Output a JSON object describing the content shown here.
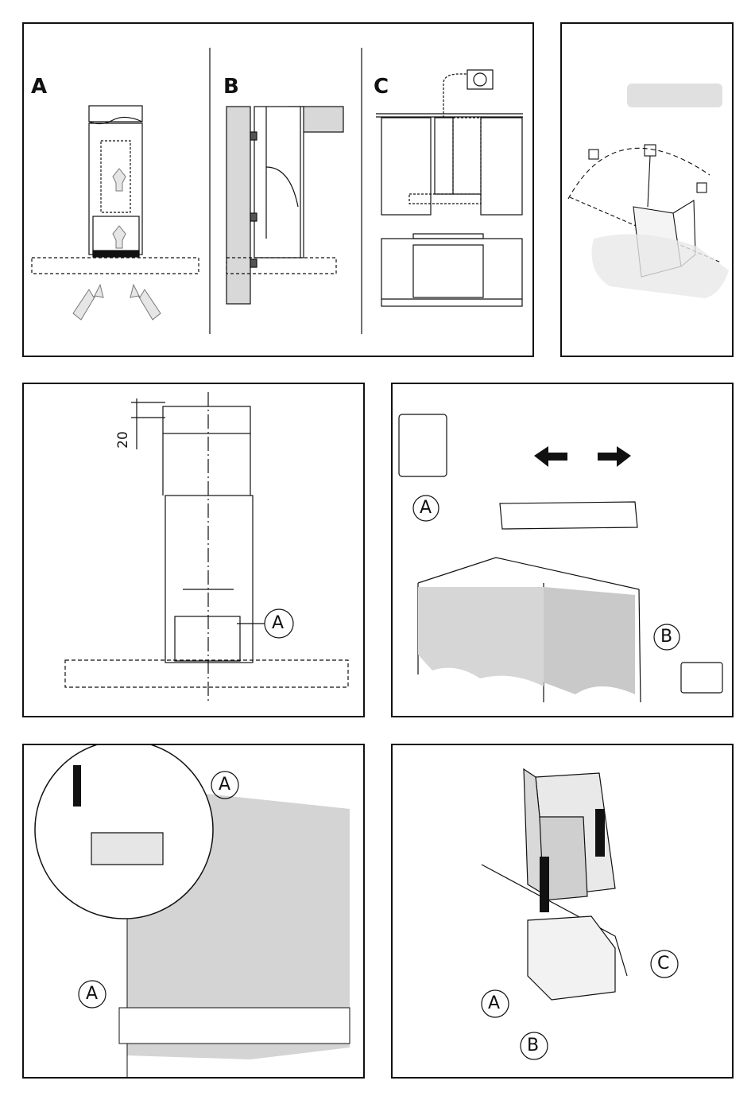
{
  "panels": {
    "p1": {
      "labels": [
        "A",
        "B",
        "C"
      ]
    },
    "p3": {
      "dimension": "20",
      "callout": "A"
    },
    "p4": {
      "callout_a": "A",
      "callout_b": "B"
    },
    "p5": {
      "callout_top": "A",
      "callout_bottom": "A"
    },
    "p6": {
      "callout_c": "C",
      "callout_a": "A",
      "callout_b": "B"
    }
  }
}
